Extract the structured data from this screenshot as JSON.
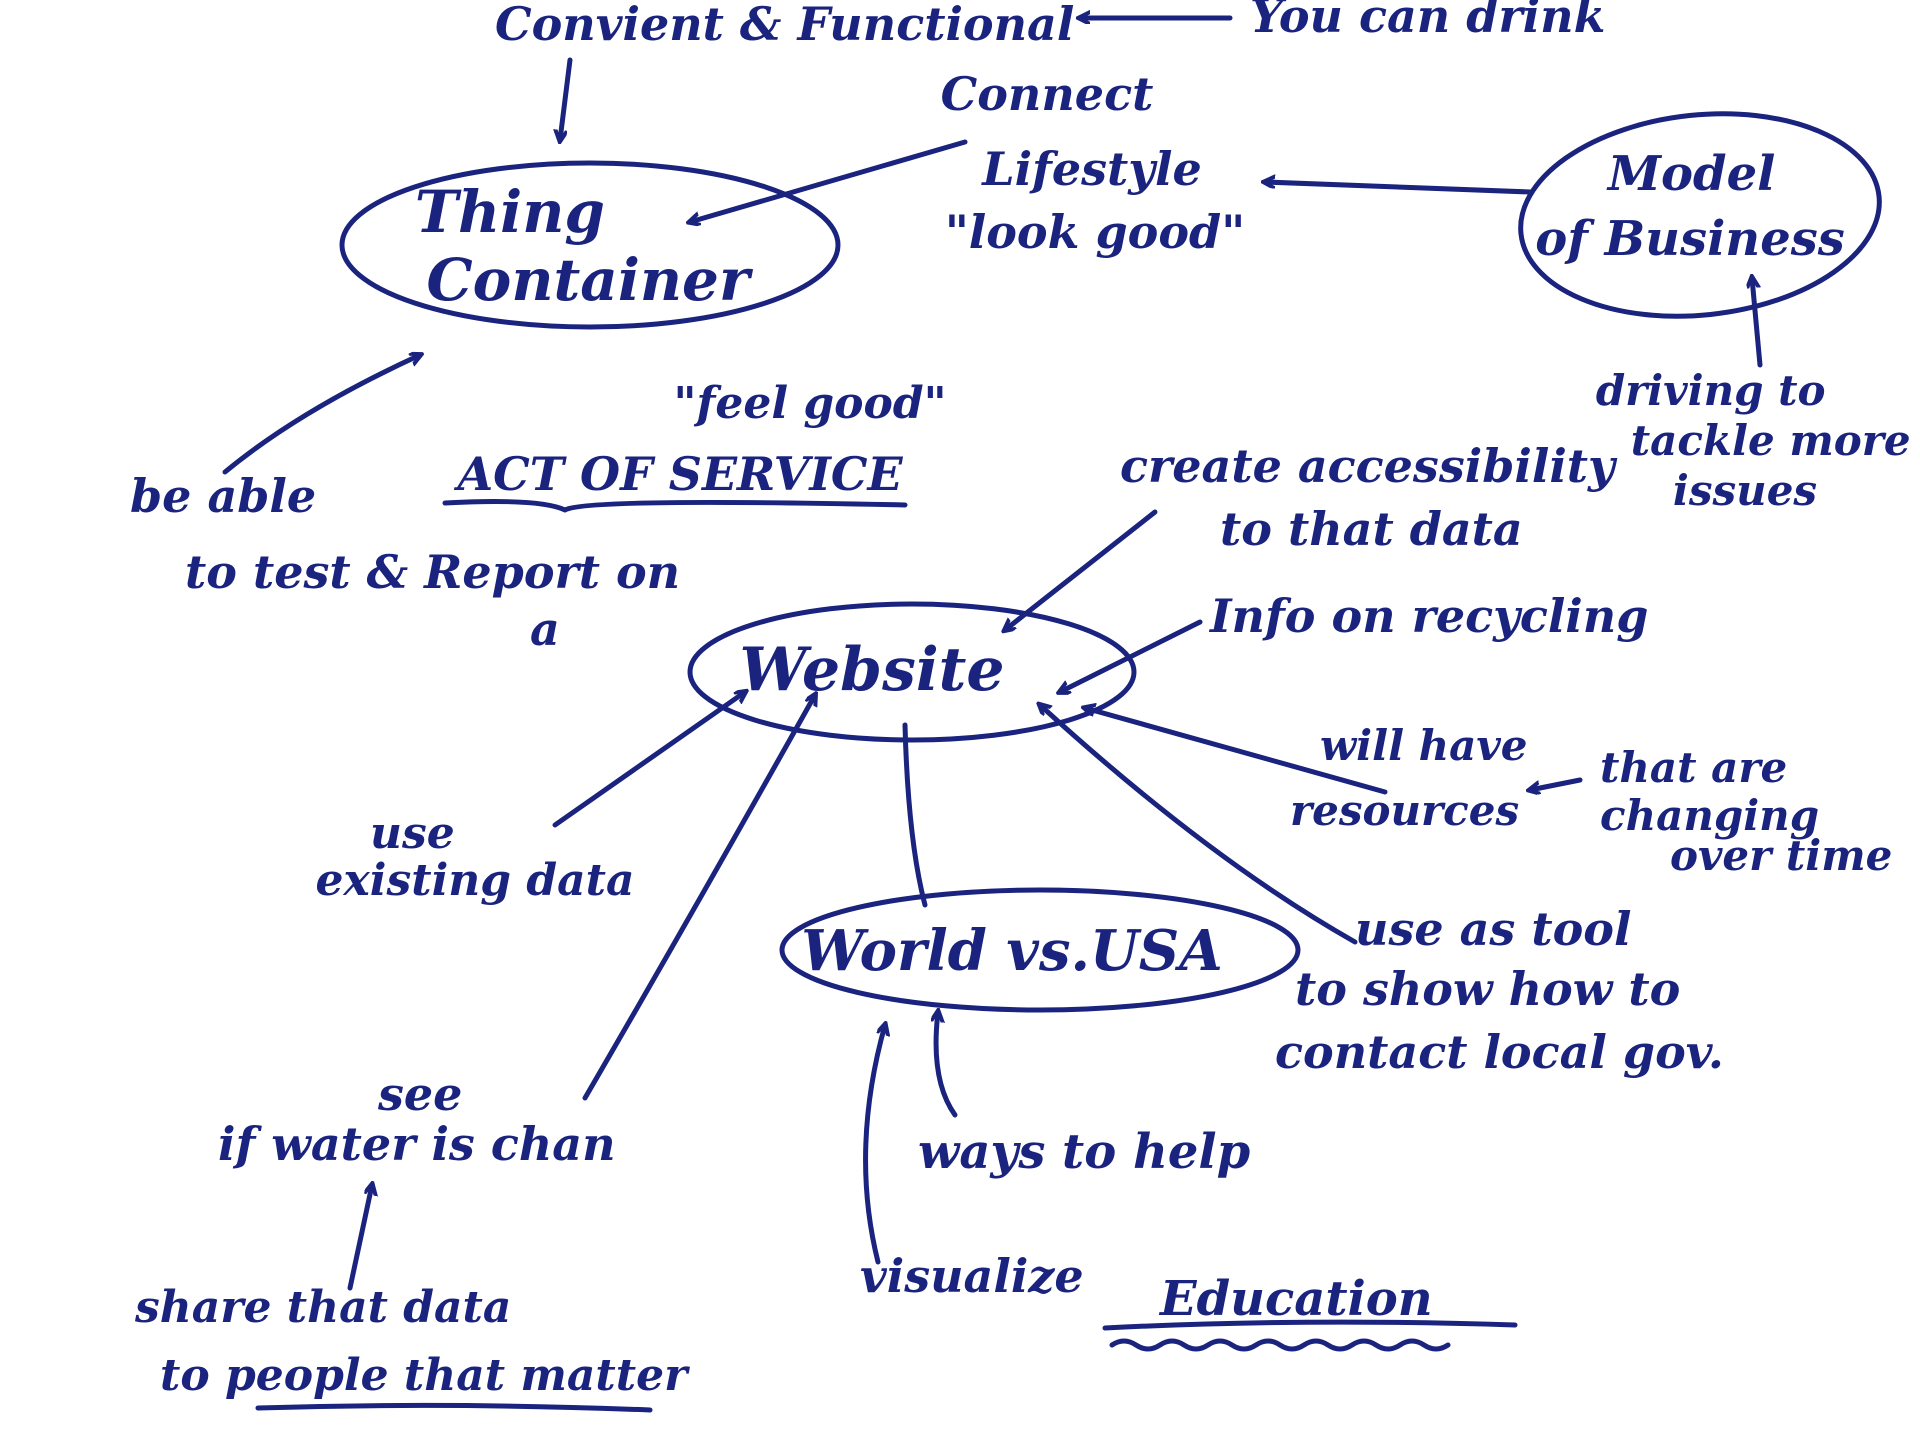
{
  "colors": {
    "ink": "#1a237e",
    "background": "#ffffff"
  },
  "nodes": {
    "thing_container": [
      "Thing",
      "Container"
    ],
    "model_of_business": [
      "Model",
      "of Business"
    ],
    "website": "Website",
    "world_vs_usa": "World vs.USA"
  },
  "notes": {
    "convient_functional": "Convient & Functional",
    "you_can_drink": "You can drink",
    "connect_lifestyle": [
      "Connect",
      "Lifestyle",
      "\"look good\""
    ],
    "feel_good": "\"feel good\"",
    "act_of_service": "ACT OF SERVICE",
    "be_able": [
      "be able",
      "to test & Report on",
      "a"
    ],
    "driving_issues": [
      "driving to",
      "tackle more",
      "issues"
    ],
    "create_accessibility": [
      "create accessibility",
      "to that data"
    ],
    "info_recycling": "Info on recycling",
    "will_have_resources": [
      "will have",
      "resources"
    ],
    "changing_over_time": [
      "that are",
      "changing",
      "over time"
    ],
    "use_existing_data": [
      "use",
      "existing data"
    ],
    "use_as_tool": [
      "use as tool",
      "to show how to",
      "contact local gov."
    ],
    "see_water": [
      "see",
      "if water is chan"
    ],
    "ways_to_help": "ways to help",
    "visualize": "visualize",
    "education": "Education",
    "share_data": [
      "share that data",
      "to people that matter"
    ]
  }
}
